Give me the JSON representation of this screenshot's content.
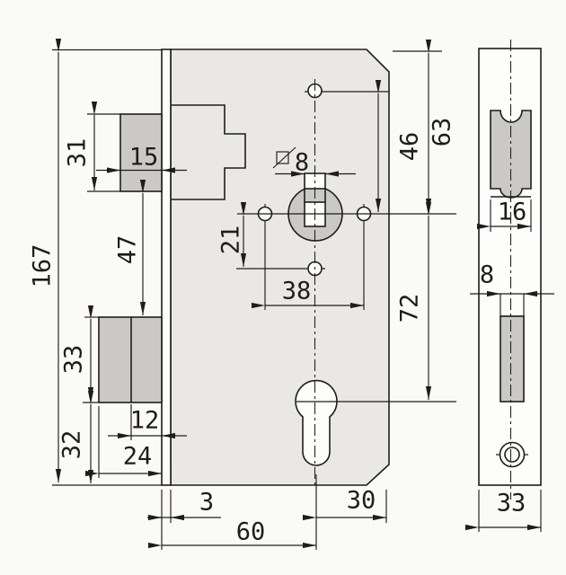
{
  "colors": {
    "background": "#fafaf6",
    "paper_white": "#fdfdfb",
    "case_fill": "#e9e8e4",
    "part_fill": "#cac9c5",
    "line": "#1e1d1b"
  },
  "dims": {
    "front": {
      "overall_height": "167",
      "latch_height": "31",
      "latch_projection": "15",
      "latch_to_bolt_gap": "47",
      "bolt_height": "33",
      "below_bolt": "32",
      "bolt_step": "12",
      "bolt_width": "24",
      "faceplate_thickness": "3",
      "backset": "60",
      "center_to_edge": "30",
      "spindle_square": "8",
      "center_to_lower_hole": "21",
      "hole_spacing": "38",
      "upper_hole_to_center": "46",
      "top_to_center": "63",
      "center_to_cylinder": "72"
    },
    "edge": {
      "latch_width": "16",
      "slot_width": "8",
      "faceplate_width": "33"
    }
  }
}
